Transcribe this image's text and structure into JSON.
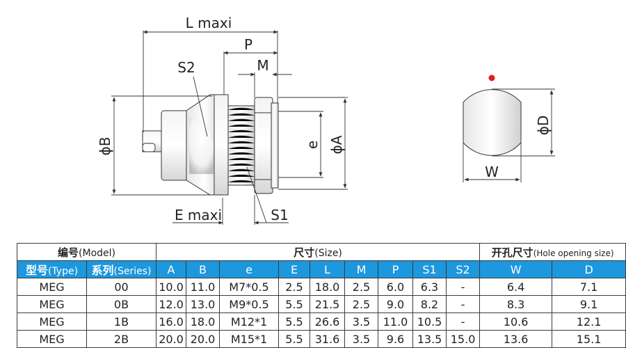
{
  "labels": {
    "L": "L maxi",
    "P": "P",
    "M": "M",
    "S2": "S2",
    "B": "ϕB",
    "e": "e",
    "A": "ϕA",
    "E": "E maxi",
    "S1": "S1",
    "D": "ϕD",
    "W": "W"
  },
  "colors": {
    "header_blue": "#1d97dd",
    "red_dot": "#e02020"
  },
  "table": {
    "group_model_cn": "编号",
    "group_model_en": "(Model)",
    "group_size_cn": "尺寸",
    "group_size_en": "(Size)",
    "group_hole_cn": "开孔尺寸",
    "group_hole_en": "(Hole opening size)",
    "type_cn": "型号",
    "type_en": "(Type)",
    "series_cn": "系列",
    "series_en": "(Series)",
    "columns": [
      "A",
      "B",
      "e",
      "E",
      "L",
      "M",
      "P",
      "S1",
      "S2",
      "W",
      "D"
    ],
    "rows": [
      [
        "MEG",
        "00",
        "10.0",
        "11.0",
        "M7*0.5",
        "2.5",
        "18.0",
        "2.5",
        "6.0",
        "6.3",
        "-",
        "6.4",
        "7.1"
      ],
      [
        "MEG",
        "0B",
        "12.0",
        "13.0",
        "M9*0.5",
        "5.5",
        "21.5",
        "2.5",
        "9.0",
        "8.2",
        "-",
        "8.3",
        "9.1"
      ],
      [
        "MEG",
        "1B",
        "16.0",
        "18.0",
        "M12*1",
        "5.5",
        "26.6",
        "3.5",
        "11.0",
        "10.5",
        "-",
        "10.6",
        "12.1"
      ],
      [
        "MEG",
        "2B",
        "20.0",
        "20.0",
        "M15*1",
        "5.5",
        "31.6",
        "3.5",
        "9.6",
        "13.5",
        "15.0",
        "13.6",
        "15.1"
      ]
    ]
  }
}
